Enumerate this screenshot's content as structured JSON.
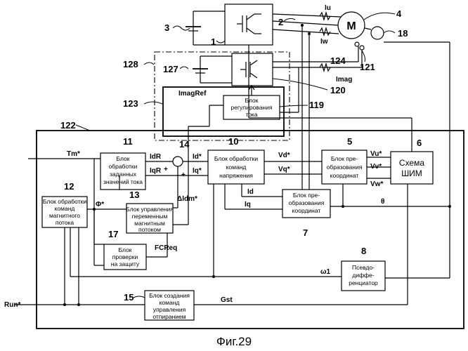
{
  "figure": {
    "caption": "Фиг.29",
    "signals": {
      "iu": "Iu",
      "iw": "Iw",
      "imag": "Imag",
      "imag_ref": "ImagRef",
      "tm": "Tm*",
      "phi": "Φ*",
      "idr": "IdR",
      "iqr": "IqR",
      "id_star": "Id*",
      "iq_star": "Iq*",
      "delta_idm": "ΔIdm*",
      "vd": "Vd*",
      "vq": "Vq*",
      "vu": "Vu*",
      "vv": "Vv*",
      "vw": "Vw*",
      "id": "Id",
      "iq": "Iq",
      "theta": "θ",
      "omega": "ω1",
      "fcreq": "FCReq",
      "gst": "Gst",
      "run": "Run*",
      "motor": "M",
      "plus1": "+",
      "plus2": "+"
    },
    "blocks": {
      "b11": [
        "Блок",
        "обработки",
        "заданных",
        "значений тока"
      ],
      "b10": [
        "Блок обработки",
        "команд",
        "напряжения"
      ],
      "b5": [
        "Блок пре-",
        "образования",
        "координат"
      ],
      "b6": [
        "Схема",
        "ШИМ"
      ],
      "b7": [
        "Блок пре-",
        "образования",
        "координат"
      ],
      "b12": [
        "Блок обработки",
        "команд",
        "магнитного",
        "потока"
      ],
      "b13": [
        "Блок управления",
        "переменным",
        "магнитным",
        "потоком"
      ],
      "b17": [
        "Блок",
        "проверки",
        "на защиту"
      ],
      "b8": [
        "Псевдо-",
        "диффе-",
        "ренциатор"
      ],
      "b15": [
        "Блок создания",
        "команд",
        "управления",
        "отпиранием"
      ],
      "b119": [
        "Блок",
        "регулирования",
        "тока"
      ]
    },
    "ref_numbers": {
      "n1": "1",
      "n2": "2",
      "n3": "3",
      "n4": "4",
      "n5": "5",
      "n6": "6",
      "n7": "7",
      "n8": "8",
      "n10": "10",
      "n11": "11",
      "n12": "12",
      "n13": "13",
      "n14": "14",
      "n15": "15",
      "n17": "17",
      "n18": "18",
      "n119": "119",
      "n120": "120",
      "n121": "121",
      "n122": "122",
      "n123": "123",
      "n124": "124",
      "n127": "127",
      "n128": "128"
    }
  }
}
